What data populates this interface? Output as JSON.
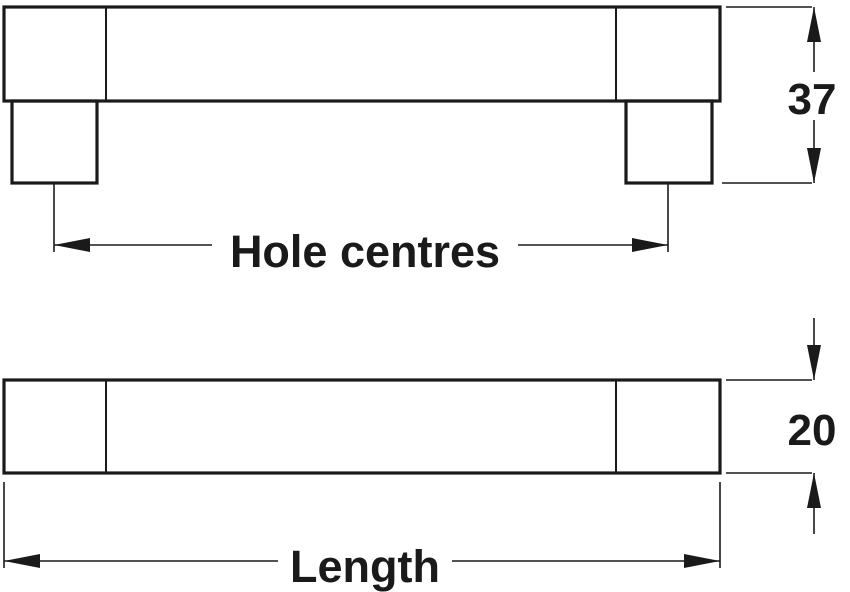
{
  "dimensions": {
    "height_side": "37",
    "height_top": "20",
    "hole_centres": "Hole centres",
    "length": "Length"
  },
  "colors": {
    "line": "#1a1a1a",
    "background": "#ffffff"
  }
}
